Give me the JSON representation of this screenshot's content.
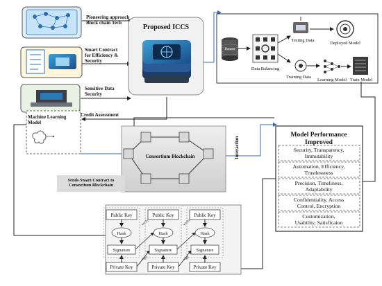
{
  "left_panel": {
    "pioneering": "Pioneering approach Block chain Tech",
    "smart_contract": "Smart Contract for Efficiency & Security",
    "data_security": "Sensitive Data Security",
    "credit": "Credit Assessment",
    "ml_model": "Machine Learning Model"
  },
  "center": {
    "proposed_title": "Proposed ICCS",
    "blockchain_label": "Consortium Blockchain",
    "interaction": "Interaction",
    "sends_contract": "Sends Smart Contract to Consortium Blockchain"
  },
  "ml_pipeline": {
    "dataset": "Dataset",
    "data_balancing": "Data Balancing",
    "testing_data": "Testing Data",
    "training_data": "Training Data",
    "deployed_model": "Deployed Model",
    "learning_model": "Learning Model",
    "train_model": "Train Model"
  },
  "performance": {
    "title": "Model Performance Improved",
    "items": [
      "Security, Transparency, Immutability",
      "Automation, Efficiency, Trustlessness",
      "Precision, Timeliness, Adaptability",
      "Confidentiality, Access Control, Encryption",
      "Customization, Usability, Satisficaion"
    ]
  },
  "keys": {
    "public_key": "Public Key",
    "hash": "Hash",
    "signature": "Signature",
    "private_key": "Private Key",
    "verify": "verify",
    "sign": "sign"
  },
  "colors": {
    "accent_blue": "#2f6fb3",
    "arrow_dark": "#222222",
    "panel_gray": "#e6e6e6"
  }
}
